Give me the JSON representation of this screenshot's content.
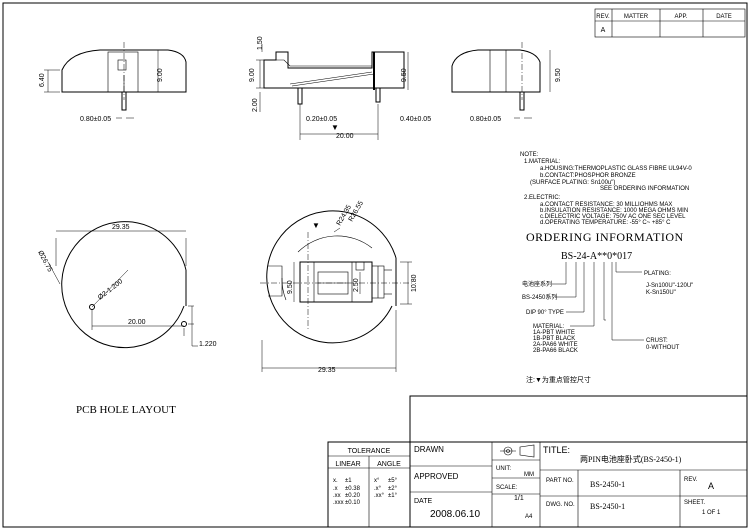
{
  "revision_table": {
    "headers": [
      "REV.",
      "MATTER",
      "APP.",
      "DATE"
    ],
    "rev": "A"
  },
  "dimensions": {
    "side_left": {
      "h1": "6.40",
      "h2": "9.00",
      "pin": "0.80±0.05"
    },
    "side_mid": {
      "top": "1.50",
      "h1": "9.00",
      "h2": "2.00",
      "h3": "9.50",
      "pin1": "0.20±0.05",
      "pin2": "0.40±0.05",
      "w": "20.00"
    },
    "side_right": {
      "h1": "9.50",
      "pin": "0.80±0.05"
    },
    "pcb": {
      "w": "29.35",
      "dia": "Ø26.75",
      "hole": "Ø2-1.200",
      "pitch": "20.00",
      "gap": "1.220"
    },
    "top_view": {
      "r1": "R24.35",
      "r2": "R26.55",
      "h1": "9.50",
      "h2": "2.50",
      "h3": "10.80",
      "w": "29.35"
    }
  },
  "notes": {
    "heading": "NOTE:",
    "material_title": "1.MATERIAL:",
    "material_lines": [
      "a.HOUSING:THERMOPLASTIC GLASS FIBRE UL94V-0",
      "b.CONTACT:PHOSPHOR BRONZE",
      "(SURFACE PLATING: Sn100u\")",
      "SEE ORDERING INFORMATION"
    ],
    "electric_title": "2.ELECTRIC:",
    "electric_lines": [
      "a.CONTACT RESISTANCE: 30 MILLIOHMS MAX",
      "b.INSULATION RESISTANCE: 1000 MEGA OHMS MIN",
      "c.DIELECTRIC VOLTAGE: 750V AC ONE SEC LEVEL",
      "d.OPERATING TEMPERATURE: -55° C~ +85° C"
    ]
  },
  "ordering": {
    "title": "ORDERING INFORMATION",
    "code": "BS-24-A**0*017",
    "labels": {
      "series_cn": "电池座系列",
      "series": "BS-2450系列",
      "dip": "DIP 90° TYPE",
      "material": "MATERIAL:",
      "material_opts": [
        "1A-PBT WHITE",
        "1B-PBT BLACK",
        "2A-PA66 WHITE",
        "2B-PA66 BLACK"
      ],
      "plating": "PLATING:",
      "plating_opts": [
        "J-Sn100U\"-120U\"",
        "K-Sn150U\""
      ],
      "crust": "CRUST:",
      "crust_opts": [
        "0-WITHOUT"
      ]
    },
    "footnote": "注:▼为重点管控尺寸"
  },
  "pcb_caption": "PCB HOLE LAYOUT",
  "title_block": {
    "tolerance_title": "TOLERANCE",
    "linear": "LINEAR",
    "angle": "ANGLE",
    "lin_rows": [
      [
        "x.",
        "±1"
      ],
      [
        ".x",
        "±0.38"
      ],
      [
        ".xx",
        "±0.20"
      ],
      [
        ".xxx",
        "±0.10"
      ]
    ],
    "ang_rows": [
      [
        "x°",
        "±5°"
      ],
      [
        ".x°",
        "±2°"
      ],
      [
        ".xx°",
        "±1°"
      ]
    ],
    "drawn": "DRAWN",
    "approved": "APPROVED",
    "date_label": "DATE",
    "date_value": "2008.06.10",
    "unit_label": "UNIT:",
    "unit_value": "MM",
    "scale_label": "SCALE:",
    "scale_value": "1/1",
    "size": "A4",
    "title_label": "TITLE:",
    "title_value": "两PIN电池座卧式(BS-2450-1)",
    "part_label": "PART NO.",
    "part_value": "BS-2450-1",
    "dwg_label": "DWG. NO.",
    "dwg_value": "BS-2450-1",
    "rev_label": "REV.",
    "rev_value": "A",
    "sheet_label": "SHEET.",
    "sheet_value": "1 OF 1"
  }
}
